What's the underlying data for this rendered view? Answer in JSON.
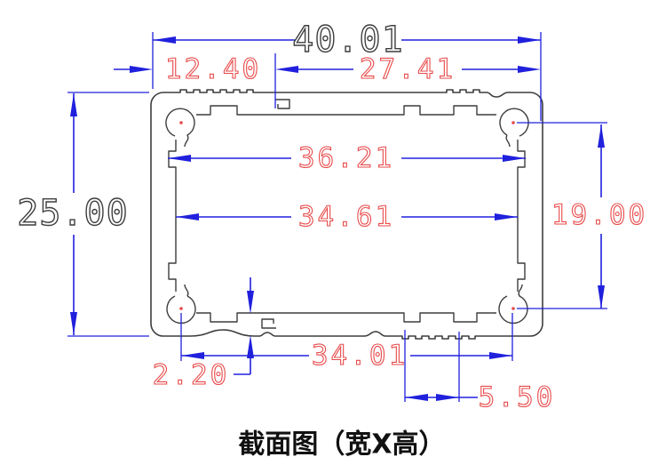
{
  "colors": {
    "dimension_line": "#2020dd",
    "dimension_text": "#e84a4a",
    "outline": "#3d3d3d",
    "caption": "#111111",
    "bg": "#ffffff"
  },
  "drawing": {
    "caption": "截面图（宽X高）",
    "dimensions": {
      "overall_width": "40.01",
      "overall_height": "25.00",
      "left_edge_to_tab": "12.40",
      "tab_to_right_edge": "27.41",
      "inner_width_at_slots": "36.21",
      "inner_width": "34.61",
      "boss_center_vertical": "19.00",
      "boss_center_horizontal": "34.01",
      "bottom_wall_thickness": "2.20",
      "bottom_notch_pitch": "5.50"
    }
  }
}
